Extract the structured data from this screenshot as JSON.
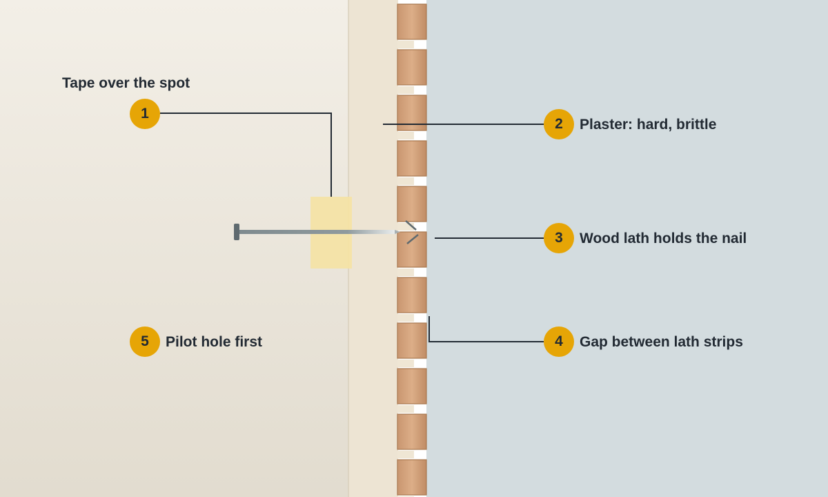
{
  "callouts": [
    {
      "number": "1",
      "label": "Tape over the spot"
    },
    {
      "number": "2",
      "label": "Plaster: hard, brittle"
    },
    {
      "number": "3",
      "label": "Wood lath holds the nail"
    },
    {
      "number": "4",
      "label": "Gap between lath strips"
    },
    {
      "number": "5",
      "label": "Pilot hole first"
    }
  ],
  "colors": {
    "room_wall_top": "#f3efe7",
    "room_wall_bottom": "#e2dccf",
    "plaster": "#ede4d3",
    "lath": "#d4a57e",
    "lath_edge": "#a8774e",
    "cavity": "#d3dcdf",
    "tape": "#f5e2a3",
    "nail": "#7e8a8e",
    "badge": "#e6a506",
    "leader": "#222a33"
  }
}
